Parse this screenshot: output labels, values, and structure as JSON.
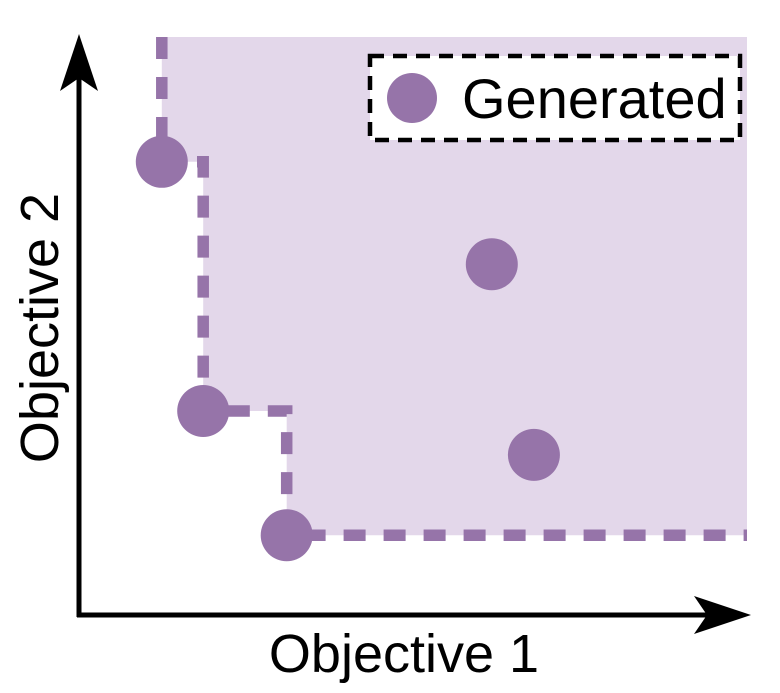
{
  "chart_data": {
    "type": "scatter",
    "title": "",
    "xlabel": "Objective 1",
    "ylabel": "Objective 2",
    "legend_label": "Generated",
    "legend_position": "top-right",
    "axes": {
      "x_range": [
        0,
        1
      ],
      "y_range": [
        0,
        1
      ],
      "ticks": false,
      "grid": false,
      "style": "arrow-tipped axes, no tick labels"
    },
    "series": [
      {
        "name": "Generated",
        "marker": "circle",
        "color": "#9674a9",
        "points": [
          {
            "x": 0.124,
            "y": 0.784
          },
          {
            "x": 0.186,
            "y": 0.353
          },
          {
            "x": 0.311,
            "y": 0.138
          },
          {
            "x": 0.618,
            "y": 0.607
          },
          {
            "x": 0.681,
            "y": 0.277
          }
        ]
      }
    ],
    "pareto_front": {
      "style": "dashed step line",
      "color": "#9674a9",
      "path": [
        [
          0.124,
          1.0
        ],
        [
          0.124,
          0.784
        ],
        [
          0.186,
          0.784
        ],
        [
          0.186,
          0.353
        ],
        [
          0.311,
          0.353
        ],
        [
          0.311,
          0.138
        ],
        [
          1.0,
          0.138
        ]
      ]
    },
    "dominated_region": {
      "fill": "#e3d7ea",
      "note": "shaded area above and right of the pareto front"
    }
  },
  "style": {
    "axis_color": "#000000",
    "legend_border_color": "#000000",
    "legend_bg": "#ffffff",
    "text_color": "#000000"
  }
}
